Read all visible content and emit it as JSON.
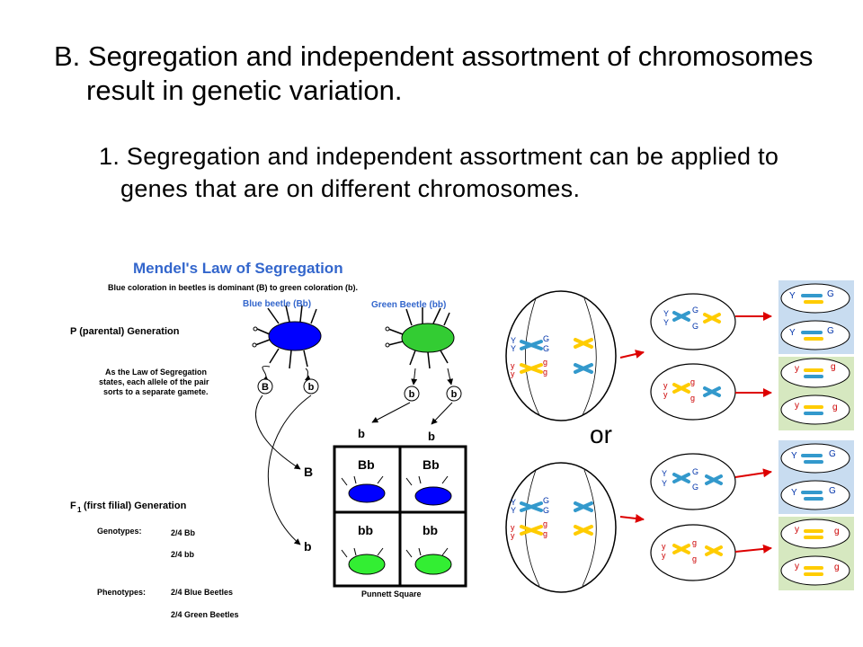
{
  "slide": {
    "heading": "B. Segregation and independent assortment of chromosomes result in genetic variation.",
    "point": "1. Segregation and independent assortment can be applied to genes that are on different chromosomes."
  },
  "mendel": {
    "title": "Mendel's Law of Segregation",
    "subtitle": "Blue coloration in beetles is dominant (B) to green coloration (b).",
    "blue_beetle": "Blue beetle (Bb)",
    "green_beetle": "Green Beetle (bb)",
    "p_gen": "P (parental) Generation",
    "law_note": [
      "As the Law of Segregation",
      "states, each allele of the pair",
      "sorts to a separate gamete."
    ],
    "gametes": {
      "B": "B",
      "b": "b"
    },
    "f1_gen": "(first filial) Generation",
    "f1_prefix": "F",
    "f1_sub": "1",
    "genotypes_label": "Genotypes:",
    "genotypes": [
      "2/4 Bb",
      "2/4 bb"
    ],
    "phenotypes_label": "Phenotypes:",
    "phenotypes": [
      "2/4 Blue Beetles",
      "2/4 Green Beetles"
    ],
    "punnett_label": "Punnett Square",
    "punnett": [
      "Bb",
      "Bb",
      "bb",
      "bb"
    ],
    "colors": {
      "blue": "#0000ff",
      "green": "#33cc33"
    }
  },
  "assortment": {
    "or_label": "or",
    "alleles": {
      "Y": "Y",
      "y": "y",
      "G": "G",
      "g": "g"
    },
    "colors": {
      "blue_chrom": "#3399cc",
      "yellow_chrom": "#ffcc00",
      "arrow": "#dd0000",
      "blue_box": "#c8dcf0",
      "green_box": "#d6e8c0",
      "allele_text": "#0033aa",
      "allele_red": "#cc0000"
    }
  }
}
